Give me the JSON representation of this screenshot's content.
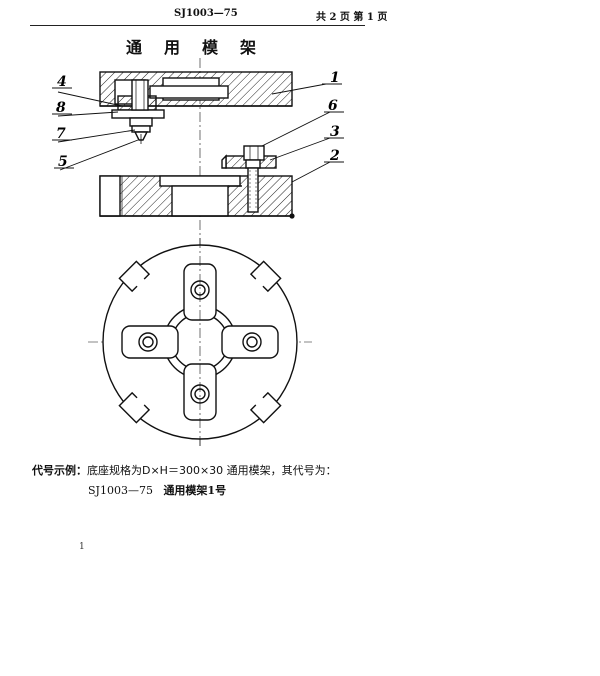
{
  "header": {
    "standard_no": "SJ1003—75",
    "page_info": "共 2 页 第 1 页"
  },
  "title": "通用模架",
  "callouts": {
    "c1": "1",
    "c2": "2",
    "c3": "3",
    "c4": "4",
    "c5": "5",
    "c6": "6",
    "c7": "7",
    "c8": "8"
  },
  "example": {
    "label": "代号示例：",
    "text": "底座规格为D×H＝300×30 通用模架，其代号为：",
    "code": "SJ1003—75",
    "code_name": "通用模架1号"
  },
  "page_mark": "1"
}
